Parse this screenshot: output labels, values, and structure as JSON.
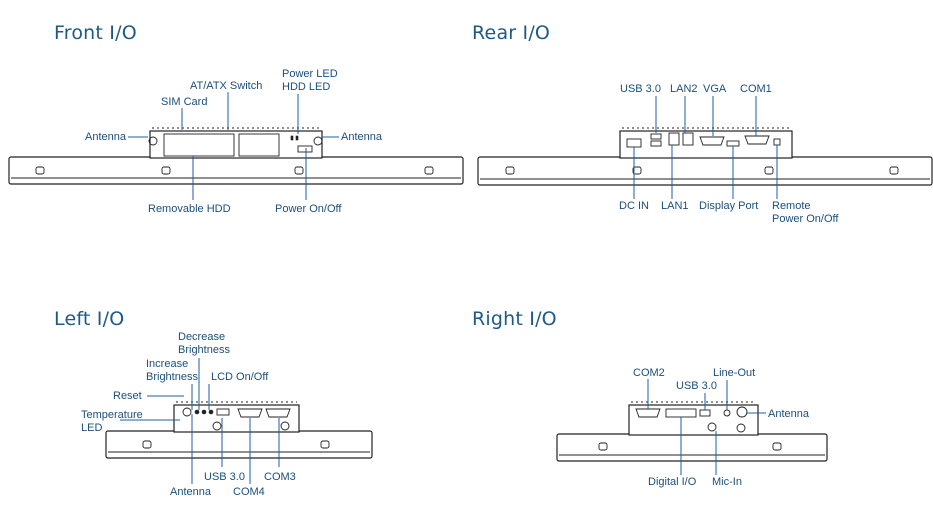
{
  "panels": {
    "front": {
      "title": "Front I/O"
    },
    "rear": {
      "title": "Rear I/O"
    },
    "left": {
      "title": "Left I/O"
    },
    "right": {
      "title": "Right I/O"
    }
  },
  "labels": {
    "front": {
      "at_atx_switch": "AT/ATX Switch",
      "power_led": "Power LED",
      "hdd_led": "HDD LED",
      "sim_card": "SIM Card",
      "antenna_left": "Antenna",
      "antenna_right": "Antenna",
      "removable_hdd": "Removable HDD",
      "power_onoff": "Power On/Off"
    },
    "rear": {
      "usb30": "USB 3.0",
      "lan2": "LAN2",
      "vga": "VGA",
      "com1": "COM1",
      "dc_in": "DC IN",
      "lan1": "LAN1",
      "display_port": "Display Port",
      "remote_power_line1": "Remote",
      "remote_power_line2": "Power On/Off"
    },
    "left": {
      "decrease_brightness_line1": "Decrease",
      "decrease_brightness_line2": "Brightness",
      "increase_brightness_line1": "Increase",
      "increase_brightness_line2": "Brightness",
      "lcd_onoff": "LCD On/Off",
      "reset": "Reset",
      "temperature_led_line1": "Temperature",
      "temperature_led_line2": "LED",
      "usb30": "USB 3.0",
      "com3": "COM3",
      "antenna": "Antenna",
      "com4": "COM4"
    },
    "right": {
      "com2": "COM2",
      "usb30": "USB 3.0",
      "line_out": "Line-Out",
      "antenna": "Antenna",
      "digital_io": "Digital I/O",
      "mic_in": "Mic-In"
    }
  },
  "colors": {
    "title": "#1e5a86",
    "label_text": "#1b4f7b",
    "leader_line": "#1f5fa0",
    "device_stroke": "#222222",
    "device_fill": "#ffffff"
  }
}
